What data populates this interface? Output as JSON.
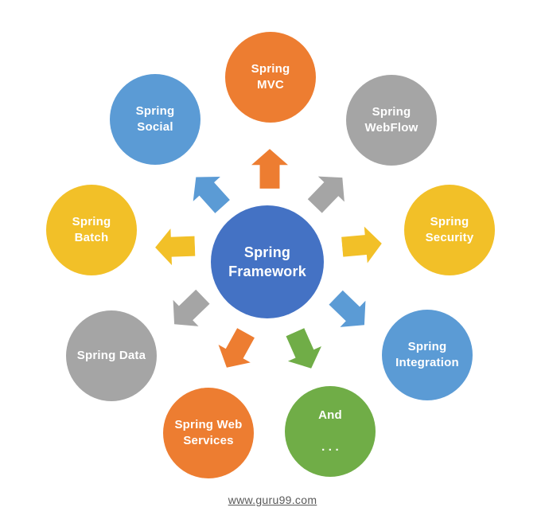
{
  "diagram": {
    "background_color": "#FFFFFF",
    "text_color": "#FFFFFF",
    "center": {
      "id": "spring-framework",
      "label": "Spring\nFramework",
      "color": "#4472C4"
    },
    "nodes": [
      {
        "id": "spring-mvc",
        "label": "Spring\nMVC",
        "color": "#ED7D31"
      },
      {
        "id": "spring-social",
        "label": "Spring\nSocial",
        "color": "#5B9BD5"
      },
      {
        "id": "spring-webflow",
        "label": "Spring\nWebFlow",
        "color": "#A5A5A5"
      },
      {
        "id": "spring-batch",
        "label": "Spring\nBatch",
        "color": "#F2C028"
      },
      {
        "id": "spring-security",
        "label": "Spring\nSecurity",
        "color": "#F2C028"
      },
      {
        "id": "spring-data",
        "label": "Spring Data",
        "color": "#A5A5A5"
      },
      {
        "id": "spring-integration",
        "label": "Spring\nIntegration",
        "color": "#5B9BD5"
      },
      {
        "id": "spring-web-services",
        "label": "Spring Web\nServices",
        "color": "#ED7D31"
      },
      {
        "id": "and-more",
        "label": "And\n\n. . .",
        "color": "#70AD47"
      }
    ],
    "arrows": [
      {
        "to": "Spring MVC",
        "direction": "up",
        "color": "#ED7D31"
      },
      {
        "to": "Spring Social",
        "direction": "up-left",
        "color": "#5B9BD5"
      },
      {
        "to": "Spring WebFlow",
        "direction": "up-right",
        "color": "#A5A5A5"
      },
      {
        "to": "Spring Batch",
        "direction": "left",
        "color": "#F2C028"
      },
      {
        "to": "Spring Security",
        "direction": "right",
        "color": "#F2C028"
      },
      {
        "to": "Spring Data",
        "direction": "down-left",
        "color": "#A5A5A5"
      },
      {
        "to": "Spring Integration",
        "direction": "down-right",
        "color": "#5B9BD5"
      },
      {
        "to": "Spring Web Services",
        "direction": "down",
        "color": "#ED7D31"
      },
      {
        "to": "And more",
        "direction": "down",
        "color": "#70AD47"
      }
    ]
  },
  "footer": {
    "link": "www.guru99.com"
  }
}
